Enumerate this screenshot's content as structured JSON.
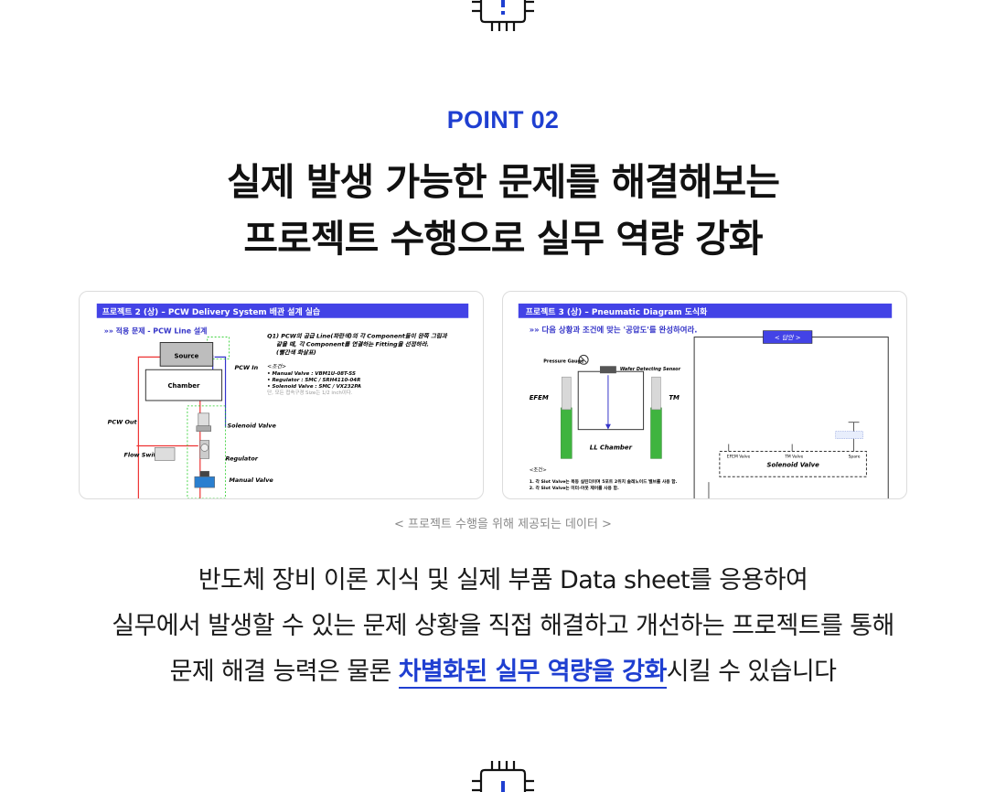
{
  "point_label": "POINT 02",
  "headline": {
    "line1": "실제 발생 가능한 문제를 해결해보는",
    "line2": "프로젝트 수행으로 실무 역량 강화"
  },
  "slides": {
    "left": {
      "title": "프로젝트 2 (상) – PCW Delivery System 배관 설계 실습",
      "subtitle": "»» 적용 문제 - PCW Line 설계",
      "question_line1": "Q1) PCW의 공급 Line(파란색)의 각 Component들이 완쪽 그림과",
      "question_line2": "같을 때, 각 Component를 연결하는 Fitting을 선정하라.",
      "question_line3": "(빨간색 화살표)",
      "conditions_label": "<조건>",
      "conditions": [
        "Manual Valve : VBM1U-08T-SS",
        "Regulator : SMC / SRH4110-04R",
        "Solenoid Valve : SMC / VX232PA"
      ],
      "note": "단, 모든 접속구경 Size는 1/2 inch이다.",
      "labels": {
        "source": "Source",
        "chamber": "Chamber",
        "pcw_in": "PCW In",
        "pcw_out": "PCW Out",
        "solenoid_valve": "Solenoid Valve",
        "regulator": "Regulator",
        "flow_switch": "Flow Switch",
        "manual_valve": "Manual Valve"
      }
    },
    "right": {
      "title": "프로젝트 3 (상) – Pneumatic Diagram 도식화",
      "subtitle": "»» 다음 상황과 조건에 맞는 '공압도'를 완성하여라.",
      "answer_label": "< 답안 >",
      "labels": {
        "pressure_gauge": "Pressure Gauge",
        "wafer_sensor": "Wafer Detecting Sensor",
        "efem": "EFEM",
        "tm": "TM",
        "ll_chamber": "LL Chamber",
        "solenoid_valve": "Solenoid Valve",
        "efem_valve": "EFEM Valve",
        "tm_valve": "TM Valve",
        "spare": "Spare"
      },
      "conditions_label": "<조건>",
      "conditions": [
        "1. 각 Slot Valve는 복동 실린더이며 5포트 2위치 솔레노이드 밸브를 사용 함.",
        "2. 각 Slot Valve는 미터-아웃 제어를 사용 함."
      ]
    }
  },
  "caption": "< 프로젝트 수행을 위해 제공되는 데이터 >",
  "body": {
    "line1": "반도체 장비 이론 지식 및 실제 부품 Data sheet를 응용하여",
    "line2": "실무에서 발생할 수 있는 문제 상황을 직접 해결하고 개선하는 프로젝트를 통해",
    "line3_pre": "문제 해결 능력은 물론 ",
    "line3_highlight": "차별화된 실무 역량을 강화",
    "line3_post": "시킬 수 있습니다"
  },
  "colors": {
    "accent": "#1f3fd1",
    "text": "#111111",
    "muted": "#8a8a8a"
  }
}
